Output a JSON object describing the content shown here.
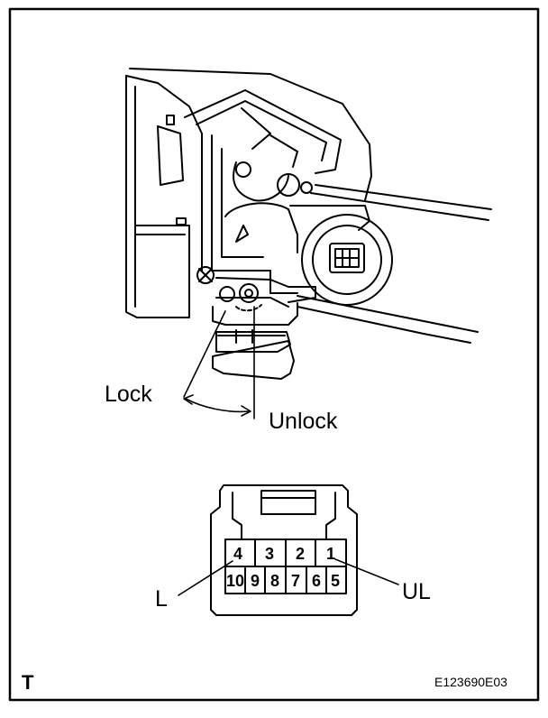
{
  "labels": {
    "lock": "Lock",
    "unlock": "Unlock",
    "L": "L",
    "UL": "UL",
    "corner_mark": "T",
    "figure_code": "E123690E03"
  },
  "connector": {
    "top_row": [
      "4",
      "3",
      "2",
      "1"
    ],
    "bottom_row": [
      "10",
      "9",
      "8",
      "7",
      "6",
      "5"
    ]
  }
}
